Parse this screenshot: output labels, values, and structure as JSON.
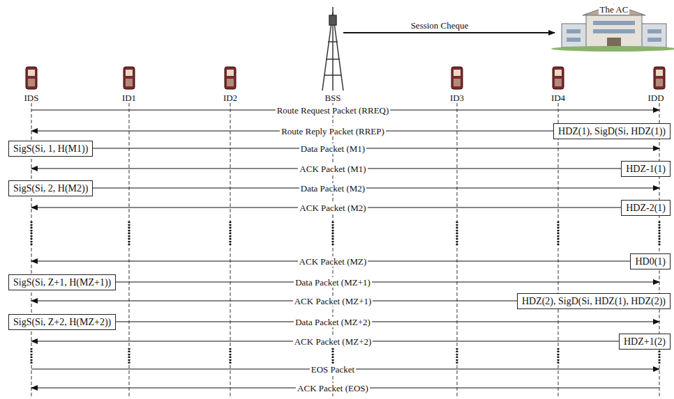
{
  "diagram": {
    "nodes": [
      {
        "text": [
          "HDZ(1), SigD(Si, HDZ(1))"
        ]
      },
      {
        "text": [
          "SigS(Si, 1, H(M1))"
        ]
      },
      {
        "text": [
          "HDZ-1(1)"
        ]
      },
      {
        "text": [
          "SigS(Si, 2, H(M2))"
        ]
      },
      {
        "text": [
          "HDZ-2(1)"
        ]
      },
      {
        "text": [
          "HD0(1)"
        ]
      },
      {
        "text": [
          "SigS(Si, Z+1, H(MZ+1))"
        ]
      },
      {
        "text": [
          "HDZ(2), SigD(Si, HDZ(1), HDZ(2))"
        ]
      },
      {
        "text": [
          "SigS(Si, Z+2, H(MZ+2))"
        ]
      },
      {
        "text": [
          "HDZ+1(2)"
        ]
      }
    ],
    "labels": [
      "Session Cheque",
      "The AC",
      "IDS",
      "ID1",
      "ID2",
      "BSS",
      "ID3",
      "ID4",
      "IDD",
      "Route Request Packet (RREQ)",
      "Route Reply Packet (RREP)",
      "Data Packet (M1)",
      "ACK Packet (M1)",
      "Data Packet (M2)",
      "ACK Packet (M2)",
      "ACK Packet (MZ)",
      "Data Packet (MZ+1)",
      "ACK Packet (MZ+1)",
      "Data Packet (MZ+2)",
      "ACK Packet (MZ+2)",
      "EOS Packet",
      "ACK Packet (EOS)"
    ]
  }
}
